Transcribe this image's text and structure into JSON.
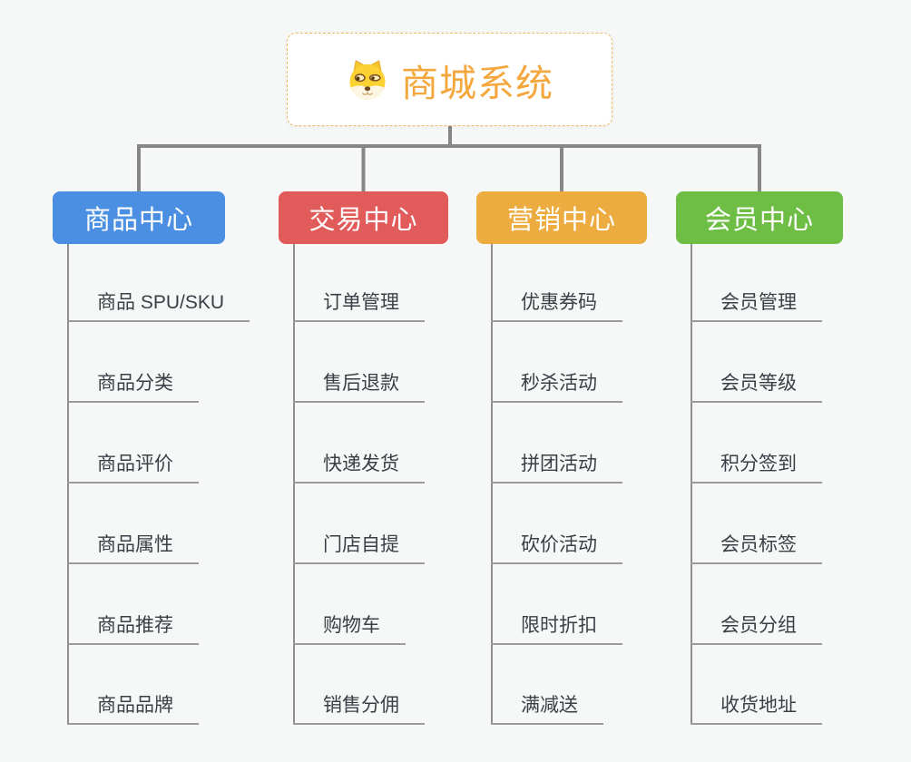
{
  "app": {
    "background_color": "#f6f7f7",
    "connector_color": "#868686",
    "tree_line_color": "#9b9b9b",
    "child_text_color": "#3a3f46"
  },
  "root": {
    "title": "商城系统",
    "icon": "dog-face-icon",
    "text_color": "#f3a73c",
    "border_color": "#f0b964"
  },
  "branches": [
    {
      "label": "商品中心",
      "color": "#4b8fe2",
      "children": [
        "商品 SPU/SKU",
        "商品分类",
        "商品评价",
        "商品属性",
        "商品推荐",
        "商品品牌"
      ]
    },
    {
      "label": "交易中心",
      "color": "#e25b5b",
      "children": [
        "订单管理",
        "售后退款",
        "快递发货",
        "门店自提",
        "购物车",
        "销售分佣"
      ]
    },
    {
      "label": "营销中心",
      "color": "#edac40",
      "children": [
        "优惠券码",
        "秒杀活动",
        "拼团活动",
        "砍价活动",
        "限时折扣",
        "满减送"
      ]
    },
    {
      "label": "会员中心",
      "color": "#6ebe45",
      "children": [
        "会员管理",
        "会员等级",
        "积分签到",
        "会员标签",
        "会员分组",
        "收货地址"
      ]
    }
  ]
}
